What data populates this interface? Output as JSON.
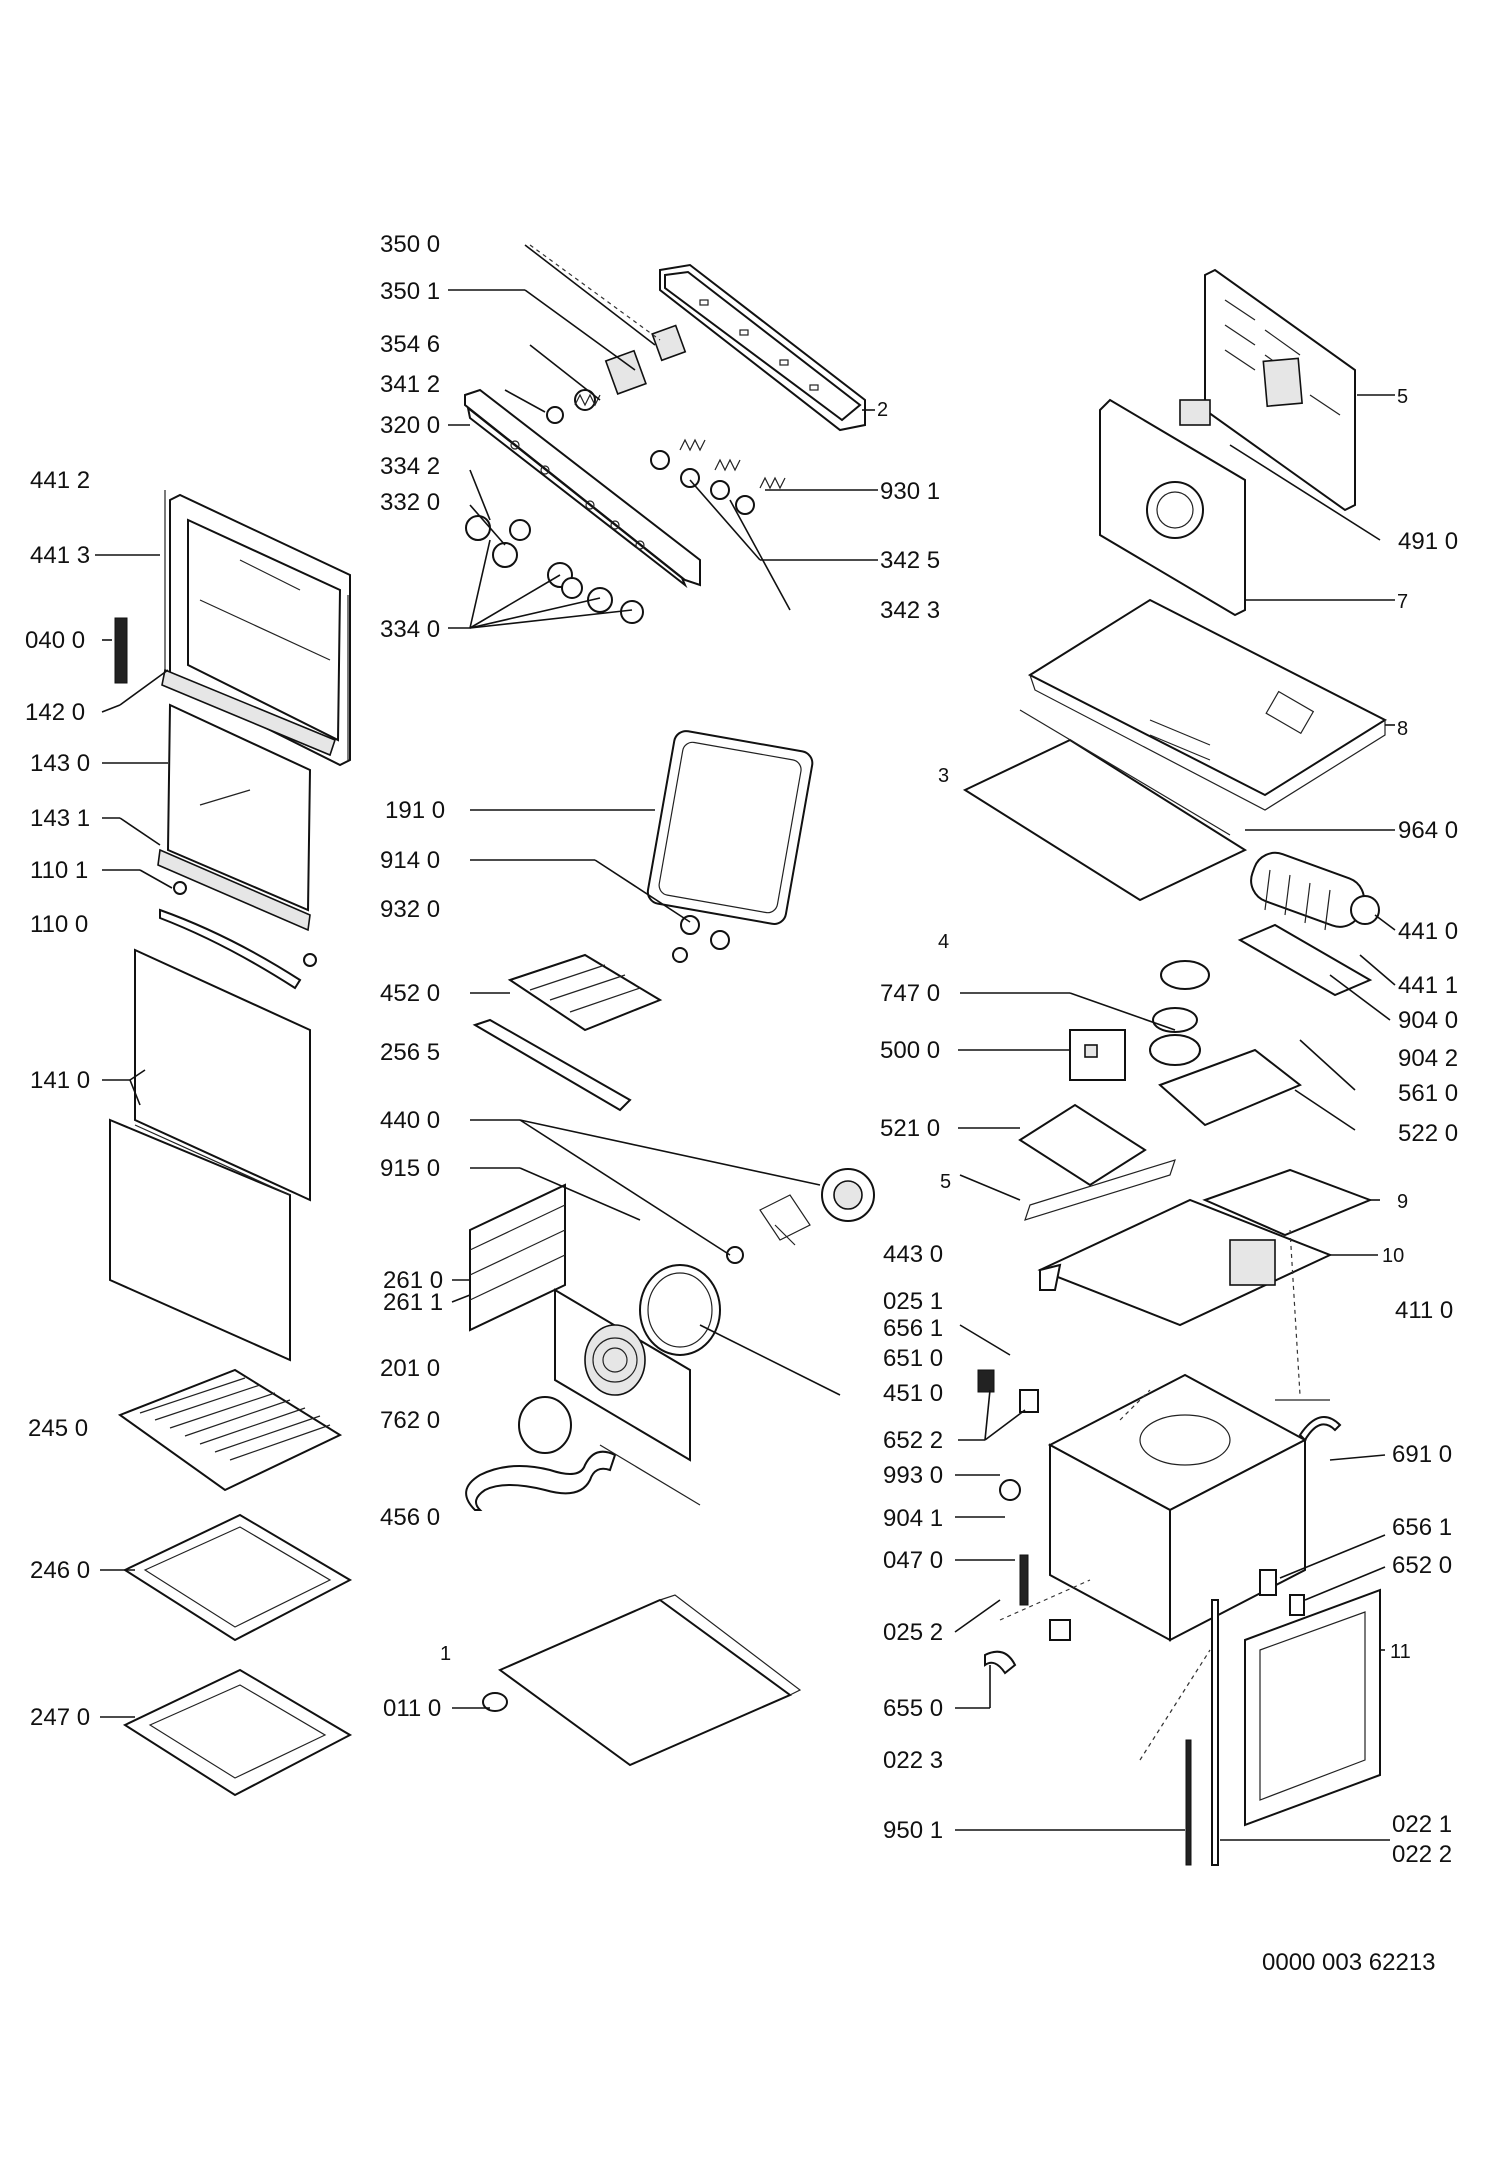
{
  "diagram": {
    "reference": "0000 003 62213",
    "callouts": [
      {
        "id": "350-0",
        "text": "350 0"
      },
      {
        "id": "350-1",
        "text": "350 1"
      },
      {
        "id": "354-6",
        "text": "354 6"
      },
      {
        "id": "341-2",
        "text": "341 2"
      },
      {
        "id": "320-0",
        "text": "320 0"
      },
      {
        "id": "334-2",
        "text": "334 2"
      },
      {
        "id": "332-0",
        "text": "332 0"
      },
      {
        "id": "334-0",
        "text": "334 0"
      },
      {
        "id": "930-1",
        "text": "930 1"
      },
      {
        "id": "342-5",
        "text": "342 5"
      },
      {
        "id": "342-3",
        "text": "342 3"
      },
      {
        "id": "441-2",
        "text": "441 2"
      },
      {
        "id": "441-3",
        "text": "441 3"
      },
      {
        "id": "040-0",
        "text": "040 0"
      },
      {
        "id": "142-0",
        "text": "142 0"
      },
      {
        "id": "143-0",
        "text": "143 0"
      },
      {
        "id": "143-1",
        "text": "143 1"
      },
      {
        "id": "110-1",
        "text": "110 1"
      },
      {
        "id": "110-0",
        "text": "110 0"
      },
      {
        "id": "141-0",
        "text": "141 0"
      },
      {
        "id": "245-0",
        "text": "245 0"
      },
      {
        "id": "246-0",
        "text": "246 0"
      },
      {
        "id": "247-0",
        "text": "247 0"
      },
      {
        "id": "191-0",
        "text": "191 0"
      },
      {
        "id": "914-0",
        "text": "914 0"
      },
      {
        "id": "932-0",
        "text": "932 0"
      },
      {
        "id": "452-0",
        "text": "452 0"
      },
      {
        "id": "256-5",
        "text": "256 5"
      },
      {
        "id": "440-0",
        "text": "440 0"
      },
      {
        "id": "915-0",
        "text": "915 0"
      },
      {
        "id": "261-0",
        "text": "261 0"
      },
      {
        "id": "261-1",
        "text": "261 1"
      },
      {
        "id": "201-0",
        "text": "201 0"
      },
      {
        "id": "762-0",
        "text": "762 0"
      },
      {
        "id": "456-0",
        "text": "456 0"
      },
      {
        "id": "011-0",
        "text": "011 0"
      },
      {
        "id": "491-0",
        "text": "491 0"
      },
      {
        "id": "964-0",
        "text": "964 0"
      },
      {
        "id": "441-0",
        "text": "441 0"
      },
      {
        "id": "441-1",
        "text": "441 1"
      },
      {
        "id": "904-0",
        "text": "904 0"
      },
      {
        "id": "904-2",
        "text": "904 2"
      },
      {
        "id": "561-0",
        "text": "561 0"
      },
      {
        "id": "522-0",
        "text": "522 0"
      },
      {
        "id": "747-0",
        "text": "747 0"
      },
      {
        "id": "500-0",
        "text": "500 0"
      },
      {
        "id": "521-0",
        "text": "521 0"
      },
      {
        "id": "443-0",
        "text": "443 0"
      },
      {
        "id": "025-1",
        "text": "025 1"
      },
      {
        "id": "656-1",
        "text": "656 1"
      },
      {
        "id": "651-0",
        "text": "651 0"
      },
      {
        "id": "451-0",
        "text": "451 0"
      },
      {
        "id": "652-2",
        "text": "652 2"
      },
      {
        "id": "993-0",
        "text": "993 0"
      },
      {
        "id": "904-1",
        "text": "904 1"
      },
      {
        "id": "047-0",
        "text": "047 0"
      },
      {
        "id": "025-2",
        "text": "025 2"
      },
      {
        "id": "655-0",
        "text": "655 0"
      },
      {
        "id": "022-3",
        "text": "022 3"
      },
      {
        "id": "950-1",
        "text": "950 1"
      },
      {
        "id": "411-0",
        "text": "411 0"
      },
      {
        "id": "691-0",
        "text": "691 0"
      },
      {
        "id": "656-1b",
        "text": "656 1"
      },
      {
        "id": "652-0",
        "text": "652 0"
      },
      {
        "id": "022-1",
        "text": "022 1"
      },
      {
        "id": "022-2",
        "text": "022 2"
      }
    ],
    "group_numbers": {
      "g1": "1",
      "g2": "2",
      "g3": "3",
      "g4": "4",
      "g5a": "5",
      "g5b": "5",
      "g7": "7",
      "g8": "8",
      "g9": "9",
      "g10": "10",
      "g11": "11"
    }
  }
}
